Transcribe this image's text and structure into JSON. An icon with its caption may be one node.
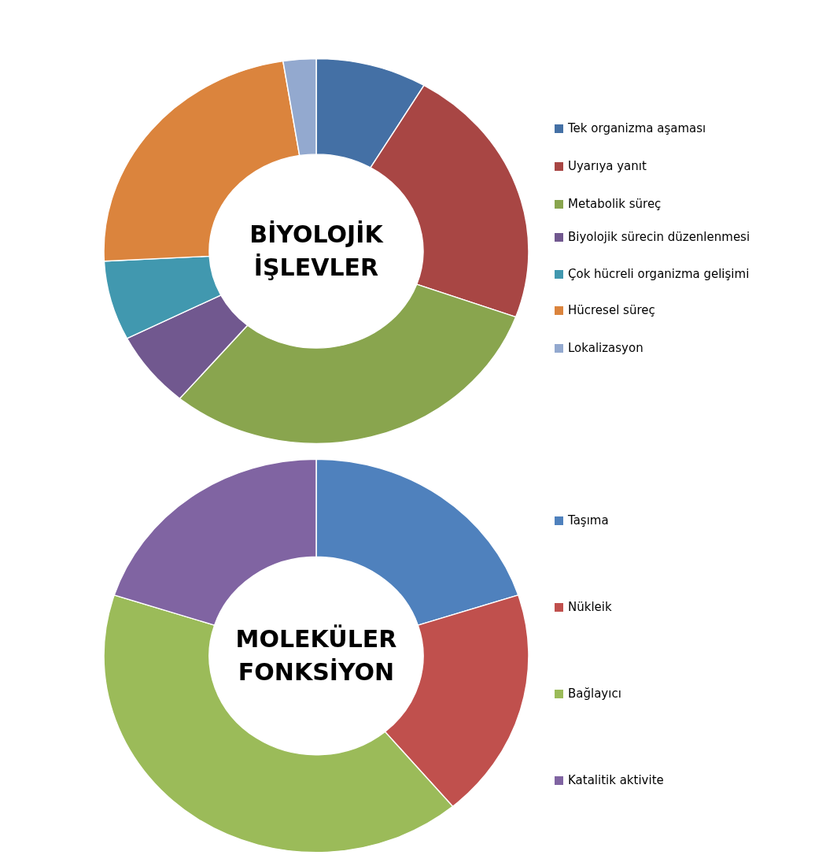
{
  "diagram": {
    "labels": [
      "BİYOLOJİK İŞLEVLER",
      "MOLEKÜLER FONKSİYON"
    ],
    "legend": [
      {
        "text": "Tek organizma aşaması",
        "color": "#4470a5"
      },
      {
        "text": "Uyarıya yanıt",
        "color": "#a84644"
      },
      {
        "text": "Metabolik süreç",
        "color": "#89a54e"
      },
      {
        "text": "Biyolojik sürecin düzenlenmesi",
        "color": "#71588f"
      },
      {
        "text": "Çok hücreli organizma gelişimi",
        "color": "#4198af"
      },
      {
        "text": "Hücresel süreç",
        "color": "#db843d"
      },
      {
        "text": "Lokalizasyon",
        "color": "#93a9cf"
      },
      {
        "text": "Taşıma",
        "color": "#4f81bd"
      },
      {
        "text": "Nükleik",
        "color": "#c0504d"
      },
      {
        "text": "Bağlayıcı",
        "color": "#9bbb59"
      },
      {
        "text": "Katalitik aktivite",
        "color": "#8064a2"
      }
    ]
  }
}
